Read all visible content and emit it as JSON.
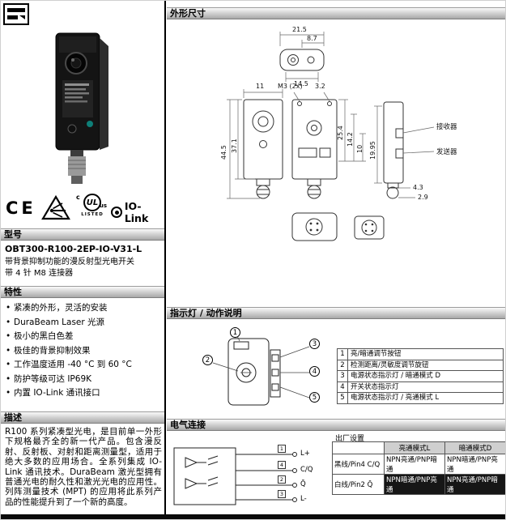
{
  "model": {
    "header": "型号",
    "number": "OBT300-R100-2EP-IO-V31-L",
    "desc_line1": "带背景抑制功能的漫反射型光电开关",
    "desc_line2": "带 4 针 M8 连接器"
  },
  "features": {
    "header": "特性",
    "items": [
      "紧凑的外形，灵活的安装",
      "DuraBeam Laser 光源",
      "极小的黑白色差",
      "极佳的背景抑制效果",
      "工作温度适用 -40 °C 到 60 °C",
      "防护等级可达 IP69K",
      "内置 IO-Link 通讯接口"
    ]
  },
  "description": {
    "header": "描述",
    "text": "R100 系列紧凑型光电，是目前单一外形下规格最齐全的新一代产品。包含漫反射、反射板、对射和距离测量型，适用于绝大多数的应用场合。全系列集成 IO-Link 通讯技术。DuraBeam 激光型拥有普通光电的耐久性和激光光电的应用性。列阵测量技术 (MPT) 的应用将此系列产品的性能提升到了一个新的高度。"
  },
  "certs": {
    "ce": "CE",
    "ul": "UL",
    "ul_c": "c",
    "ul_us": "us",
    "ul_listed": "LISTED",
    "io_link": "IO-Link"
  },
  "dimensions": {
    "header": "外形尺寸",
    "labels": {
      "top_width": "21.5",
      "lens_offset": "8.7",
      "bottom_width": "14.5",
      "depth": "11",
      "screw": "M3 (2x)",
      "hole": "3.2",
      "height_total": "44.5",
      "height_body": "37.1",
      "side_a": "25.4",
      "side_b": "14.2",
      "side_c": "10",
      "side_d": "19.95",
      "foot_a": "4.3",
      "foot_b": "2.9",
      "receiver": "接收器",
      "emitter": "发送器"
    }
  },
  "indicators": {
    "header": "指示灯 / 动作说明",
    "rows": [
      {
        "num": "1",
        "text": "亮/暗通调节按钮"
      },
      {
        "num": "2",
        "text": "检测距离/灵敏度调节旋钮"
      },
      {
        "num": "3",
        "text": "电源状态指示灯 / 暗通模式 D"
      },
      {
        "num": "4",
        "text": "开关状态指示灯"
      },
      {
        "num": "5",
        "text": "电源状态指示灯 / 亮通模式 L"
      }
    ]
  },
  "electrical": {
    "header": "电气连接",
    "factory_title": "出厂设置",
    "pins": [
      {
        "num": "1",
        "label": "L+"
      },
      {
        "num": "4",
        "label": "C/Q"
      },
      {
        "num": "2",
        "label": "Q̄"
      },
      {
        "num": "3",
        "label": "L-"
      }
    ],
    "table": {
      "col1": "亮通模式L",
      "col2": "暗通模式D",
      "rows": [
        {
          "label": "黑线/Pin4 C/Q",
          "c1": "NPN亮通/PNP暗通",
          "c2": "NPN暗通/PNP亮通"
        },
        {
          "label": "白线/Pin2 Q̄",
          "c1": "NPN暗通/PNP亮通",
          "c2": "NPN亮通/PNP暗通"
        }
      ]
    }
  }
}
